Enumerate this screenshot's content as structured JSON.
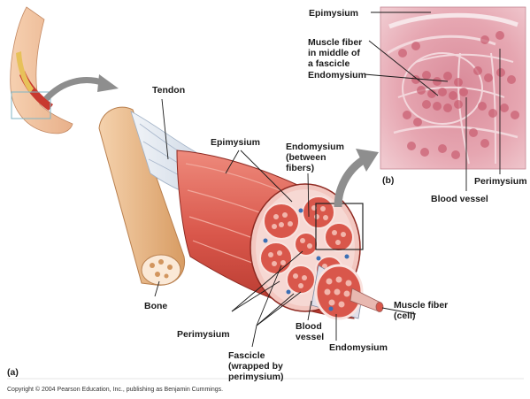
{
  "panel_a_label": "(a)",
  "panel_b_label": "(b)",
  "labels": {
    "tendon": "Tendon",
    "epimysium_a": "Epimysium",
    "endomysium_between": "Endomysium\n(between\nfibers)",
    "bone": "Bone",
    "perimysium_a": "Perimysium",
    "fascicle": "Fascicle\n(wrapped by\nperimysium)",
    "blood_vessel_a": "Blood\nvessel",
    "endomysium_a": "Endomysium",
    "muscle_fiber_cell": "Muscle fiber\n(cell)",
    "epimysium_b": "Epimysium",
    "muscle_fiber_middle": "Muscle fiber\nin middle of\na fascicle",
    "endomysium_b": "Endomysium",
    "perimysium_b": "Perimysium",
    "blood_vessel_b": "Blood vessel"
  },
  "copyright": "Copyright © 2004 Pearson Education, Inc., publishing as Benjamin Cummings.",
  "colors": {
    "muscle": "#d9574b",
    "muscle_dark": "#b3362c",
    "sheath": "#f3c7c0",
    "bone": "#e9b98a",
    "tendon": "#dfe6ef",
    "vessel": "#3b6fb5",
    "micrograph": "#e7a9b3",
    "arrow": "#8e8e8e"
  }
}
